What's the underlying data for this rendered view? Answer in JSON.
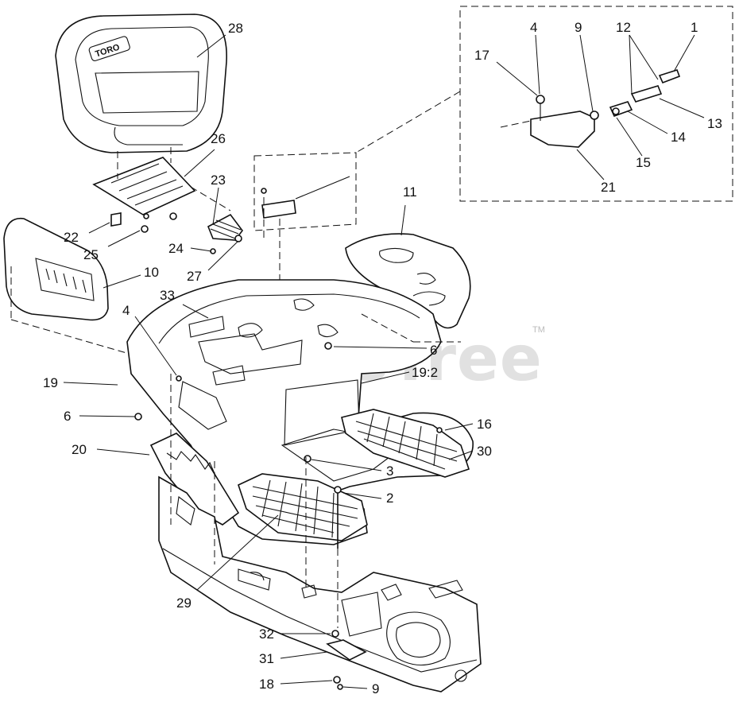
{
  "watermark": {
    "text": "PartsTree",
    "tm": "TM"
  },
  "seat_brand": "TORO",
  "callouts": {
    "c1": "1",
    "c2": "2",
    "c3": "3",
    "c4a": "4",
    "c4b": "4",
    "c6a": "6",
    "c6b": "6",
    "c9a": "9",
    "c9b": "9",
    "c10": "10",
    "c11": "11",
    "c12": "12",
    "c13": "13",
    "c14": "14",
    "c15": "15",
    "c16": "16",
    "c17": "17",
    "c18": "18",
    "c19": "19",
    "c19_2": "19:2",
    "c20": "20",
    "c21": "21",
    "c22": "22",
    "c23": "23",
    "c24": "24",
    "c25": "25",
    "c26": "26",
    "c27": "27",
    "c28": "28",
    "c29": "29",
    "c30": "30",
    "c31": "31",
    "c32": "32",
    "c33": "33"
  }
}
